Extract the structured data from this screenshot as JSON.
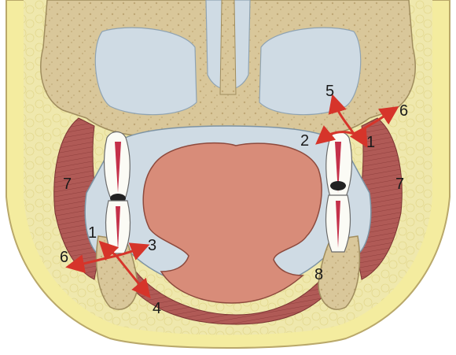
{
  "labels": {
    "left_1": "1",
    "left_3": "3",
    "left_4": "4",
    "left_6": "6",
    "left_7": "7",
    "right_1": "1",
    "right_2": "2",
    "right_5": "5",
    "right_6": "6",
    "right_7": "7",
    "right_8": "8"
  },
  "colors": {
    "skin": "#f3eb9c",
    "fat": "#ede6a8",
    "bone": "#d9c79a",
    "mucosa": "#cfdbe4",
    "tongue": "#d88c79",
    "muscle": "#a9514f",
    "arrow": "#d6342a",
    "pulp": "#c4304a"
  }
}
